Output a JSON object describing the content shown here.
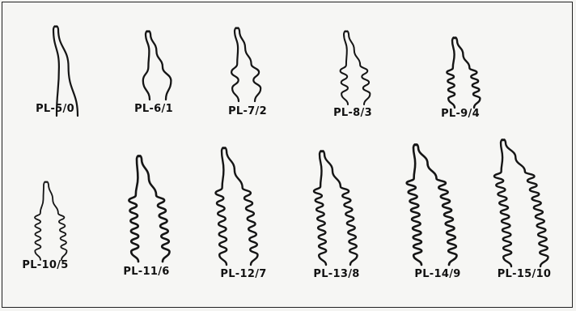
{
  "stages": [
    {
      "label": "PL-5/0",
      "pairs": 0
    },
    {
      "label": "PL-6/1",
      "pairs": 1
    },
    {
      "label": "PL-7/2",
      "pairs": 2
    },
    {
      "label": "PL-8/3",
      "pairs": 3
    },
    {
      "label": "PL-9/4",
      "pairs": 4
    },
    {
      "label": "PL-10/5",
      "pairs": 5
    },
    {
      "label": "PL-11/6",
      "pairs": 6
    },
    {
      "label": "PL-12/7",
      "pairs": 7
    },
    {
      "label": "PL-13/8",
      "pairs": 8
    },
    {
      "label": "PL-14/9",
      "pairs": 9
    },
    {
      "label": "PL-15/10",
      "pairs": 10
    }
  ],
  "colors": {
    "ink": "#151515",
    "background": "#f6f6f4"
  }
}
